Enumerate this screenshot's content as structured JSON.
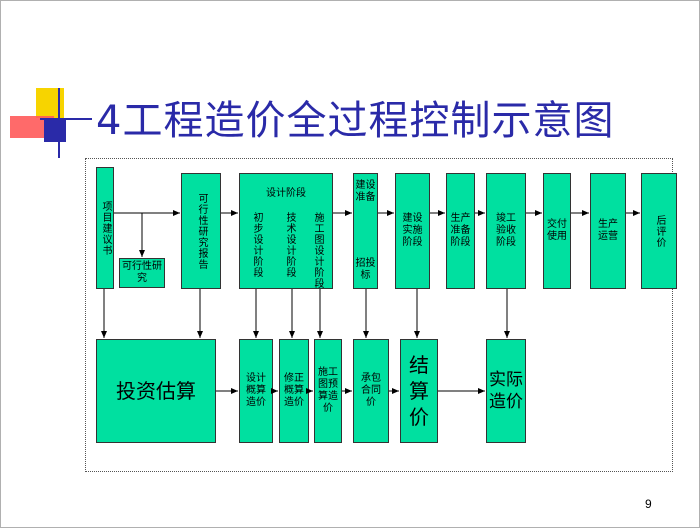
{
  "title": "4工程造价全过程控制示意图",
  "page_number": "9",
  "stages": {
    "xiangmu": "项目建议书",
    "kexing_yanjiu": "可行性研究",
    "kexing_baogao": "可行性研究报告",
    "sheji_jieduan": "设计阶段",
    "chubu_sheji": "初步设计阶段",
    "jishu_sheji": "技术设计阶段",
    "shigongtu_sheji": "施工图设计阶段",
    "jianshe_zhunbei": "建设准备",
    "zhaotoubiao": "招投标",
    "jianshe_shishi": "建设实施阶段",
    "shengchan_zhunbei": "生产准备阶段",
    "jungong_yanshou": "竣工验收阶段",
    "jiaofu_shiyong": "交付使用",
    "shengchan_yunying": "生产运营",
    "houpingjia": "后评价"
  },
  "costs": {
    "touzi_gusuan": "投资估算",
    "sheji_gaisuan": "设计概算造价",
    "xiuzheng_gaisuan": "修正概算造价",
    "shigongtu_yusuan": "施工图预算造价",
    "chengbao_hetong": "承包合同价",
    "jiesuan": "结算价",
    "shiji_zaojia": "实际造价"
  },
  "colors": {
    "box_fill": "#00e0a0",
    "title": "#2a2aa8"
  }
}
